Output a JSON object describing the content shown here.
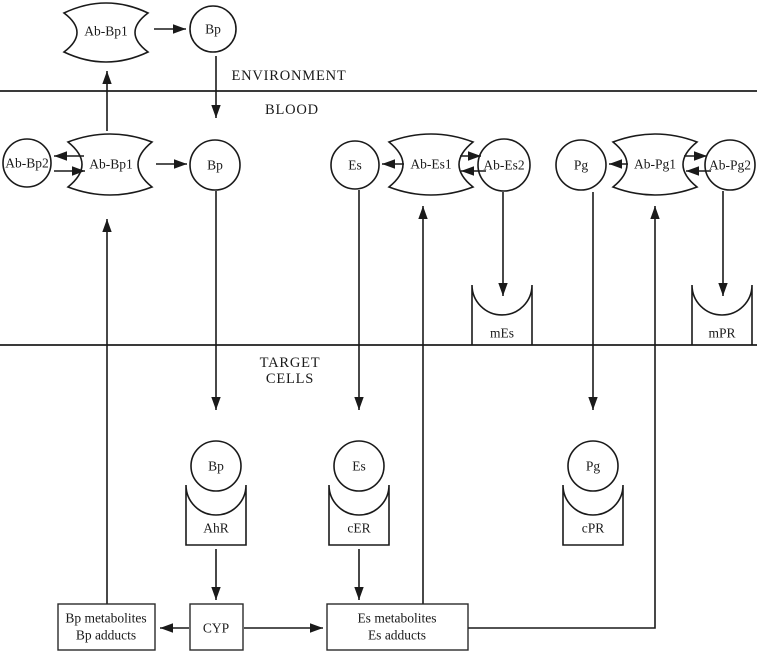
{
  "title": "Antibody hormone pathway diagram",
  "colors": {
    "ink": "#1a1a1a",
    "membrane_line": "#3a3a3a",
    "background": "#ffffff"
  },
  "compartments": {
    "environment": "ENVIRONMENT",
    "blood": "BLOOD",
    "target_cells": {
      "line1": "TARGET",
      "line2": "CELLS"
    }
  },
  "environment": {
    "ab_bp1_antibody": "Ab-Bp1",
    "bp_circle": "Bp"
  },
  "blood": {
    "ab_bp2_circle": "Ab-Bp2",
    "ab_bp1_antibody": "Ab-Bp1",
    "bp_circle": "Bp",
    "es_circle": "Es",
    "ab_es1_antibody": "Ab-Es1",
    "ab_es2_circle": "Ab-Es2",
    "pg_circle": "Pg",
    "ab_pg1_antibody": "Ab-Pg1",
    "ab_pg2_circle": "Ab-Pg2"
  },
  "membrane_receptors": {
    "mes": "mEs",
    "mpr": "mPR"
  },
  "target_cells": {
    "bp_circle": "Bp",
    "es_circle": "Es",
    "pg_circle": "Pg",
    "ahr_receptor": "AhR",
    "cer_receptor": "cER",
    "cpr_receptor": "cPR"
  },
  "bottom": {
    "bp_metabolites_box": {
      "line1": "Bp metabolites",
      "line2": "Bp adducts"
    },
    "cyp_box": "CYP",
    "es_metabolites_box": {
      "line1": "Es metabolites",
      "line2": "Es adducts"
    }
  }
}
